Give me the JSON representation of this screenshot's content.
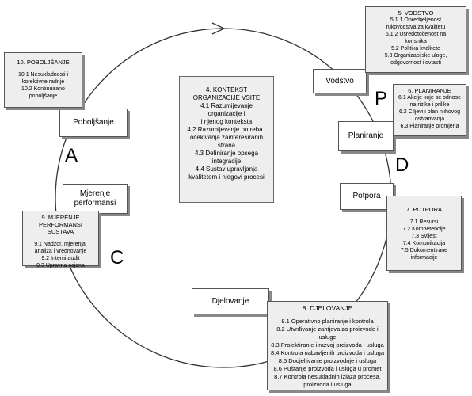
{
  "stages": {
    "vodstvo": "Vodstvo",
    "planiranje": "Planiranje",
    "potpora": "Potpora",
    "djelovanje": "Djelovanje",
    "mjerenje": "Mjerenje\nperformansi",
    "poboljsanje": "Poboljšanje"
  },
  "letters": {
    "p": "P",
    "d": "D",
    "c": "C",
    "a": "A"
  },
  "center": {
    "lines": [
      "4. KONTEKST",
      "ORGANIZACIJE VSITE",
      "4.1 Razumijevanje organizacije i",
      "i njenog konteksta",
      "4.2 Razumijevanje potreba i",
      "očekivanja zainteresiranih strana",
      "4.3 Definiranje opsega",
      "integracije",
      "4.4 Sustav upravljanja",
      "kvalitetom i njegovi procesi"
    ]
  },
  "info": {
    "vodstvo": {
      "title": "5. VODSTVO",
      "items": [
        "5.1.1 Opredijeljenost\nrukovodstva za kvalitetu",
        "5.1.2 Usredotočenost na\nkorisnika",
        "5.2 Politika kvalitete",
        "5.3 Organizacijske uloge,\nodgovornost i ovlasti"
      ]
    },
    "planiranje": {
      "title": "6. PLANIRANJE",
      "items": [
        "6.1 Akcije koje se odnose\nna rizike i prilike",
        "6.2 Ciljevi i plan njihovog\nostvarivanja",
        "6.3 Planiranje promjena"
      ]
    },
    "potpora": {
      "title": "7. POTPORA",
      "items": [
        "7.1 Resursi",
        "7.2 Kompetencije",
        "7.3 Svijest",
        "7.4 Komunikacija",
        "7.5 Dokumentirane\ninformacije"
      ]
    },
    "djelovanje": {
      "title": "8. DJELOVANJE",
      "items": [
        "8.1 Operativno planiranje i kontrola",
        "8.2 Utvrđivanje zahtjeva za proizvode i usluge",
        "8.3 Projektiranje i razvoj proizvoda i usluga",
        "8.4 Kontrola nabavljenih proizvoda i usluga",
        "8.5 Dodjeljivanje proizvodnje i usluga",
        "8.6 Puštanje proizvoda i usluga u promet",
        "8.7 Kontrola nesukladnih izlaza procesa,\nproizvoda i usluga"
      ]
    },
    "mjerenje": {
      "title": "9. MJERENJE\nPERFORMANSI SUSTAVA",
      "items": [
        "9.1 Nadzor, mjerenja,\nanaliza i vrednovanje",
        "9.2 Interni audit",
        "9.3 Upravna ocjena"
      ]
    },
    "poboljsanje": {
      "title": "10. POBOLJŠANJE",
      "items": [
        "10.1 Nesukladnosti i\nkorektivne radnje",
        "10.2 Kontinuirano\npoboljšanje"
      ]
    }
  }
}
